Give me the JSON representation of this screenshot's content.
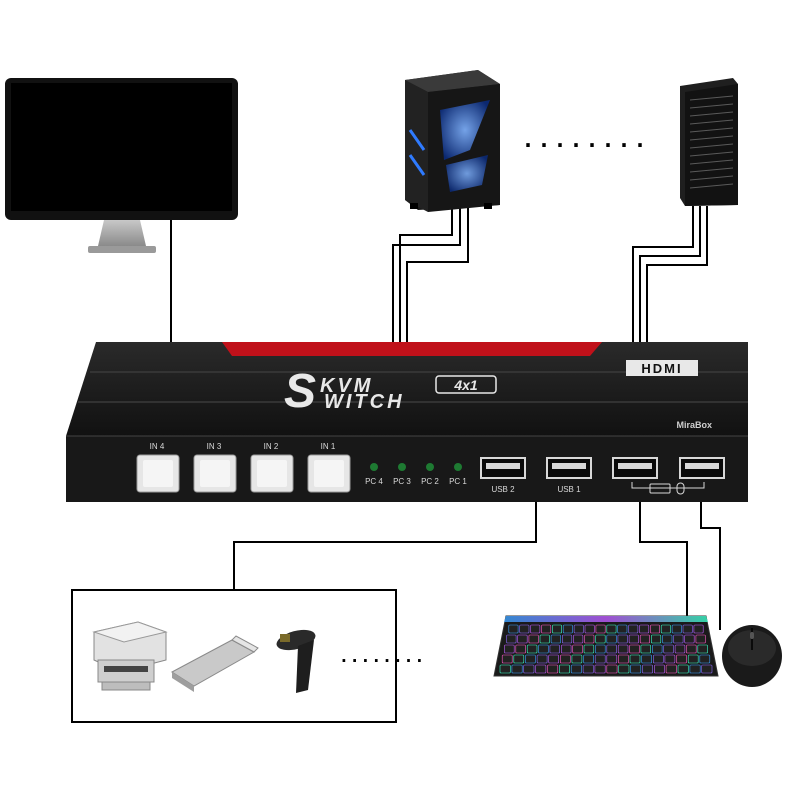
{
  "kvm": {
    "title_line1": "KVM",
    "title_line2": "WITCH",
    "title_big_letter": "S",
    "ports_badge": "4x1",
    "hdmi_label": "HDMI",
    "brand": "MiraBox",
    "inputs": [
      {
        "label": "IN 4"
      },
      {
        "label": "IN 3"
      },
      {
        "label": "IN 2"
      },
      {
        "label": "IN 1"
      }
    ],
    "leds": [
      {
        "label": "PC 4"
      },
      {
        "label": "PC 3"
      },
      {
        "label": "PC 2"
      },
      {
        "label": "PC 1"
      }
    ],
    "usb_ports": [
      {
        "label": "USB 2"
      },
      {
        "label": "USB 1"
      }
    ],
    "icons": [
      "keyboard-icon",
      "mouse-icon"
    ]
  },
  "peripherals": {
    "more_computers_dots": "........",
    "more_devices_dots": "........"
  },
  "colors": {
    "device_body": "#1c1c1c",
    "accent_red": "#c0111a",
    "led_green": "#1e7a32",
    "button_face": "#e6e6e6",
    "monitor_screen": "#000000",
    "tower_glow": "#2f7bff"
  }
}
